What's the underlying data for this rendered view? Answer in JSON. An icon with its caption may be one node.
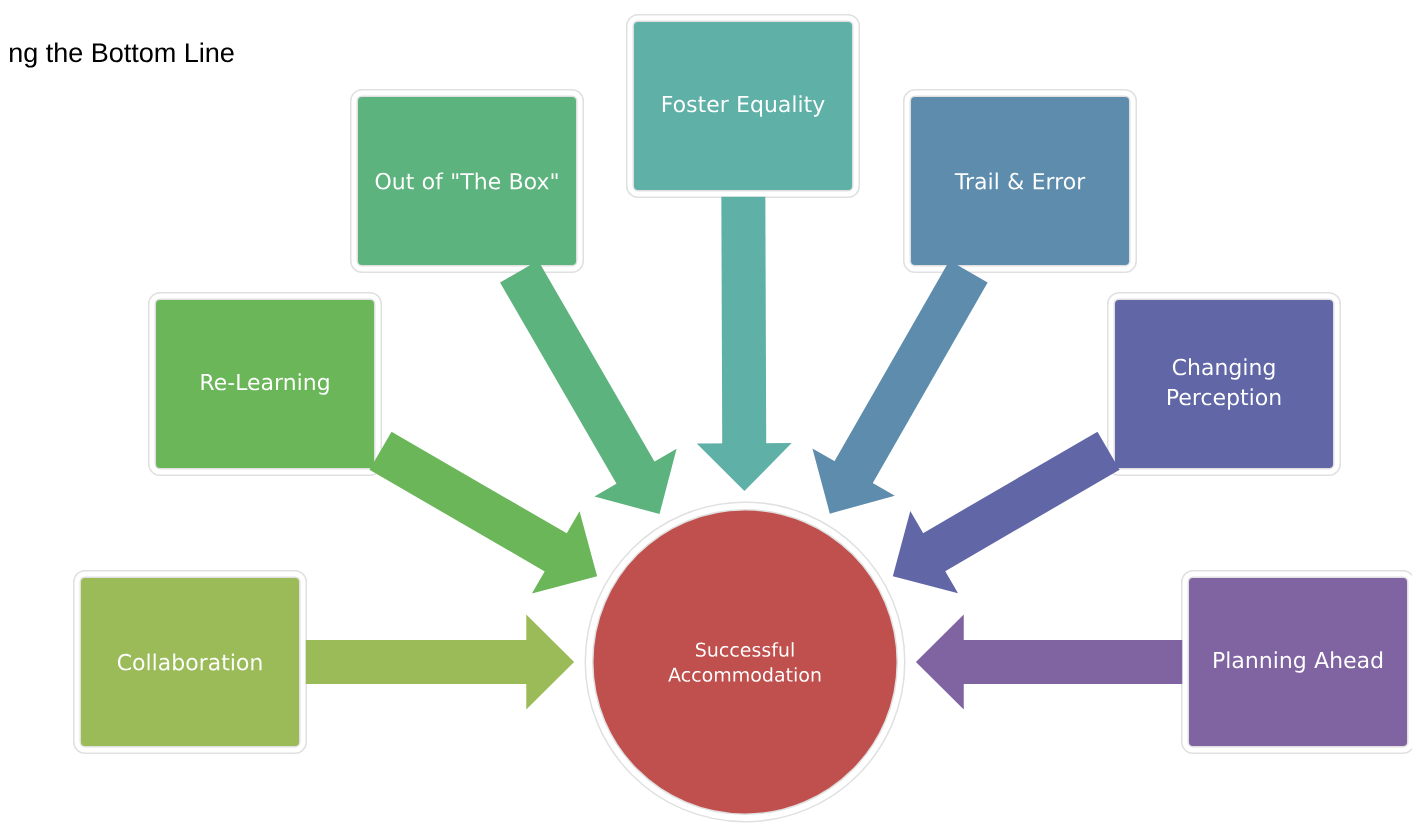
{
  "diagram": {
    "title": "ng the Bottom Line",
    "nodes": [
      {
        "text": [
          "Successful Accommodation"
        ]
      },
      {
        "text": [
          "Collaboration"
        ]
      },
      {
        "text": [
          "Re-Learning"
        ]
      },
      {
        "text": [
          "Out of \"The Box\""
        ]
      },
      {
        "text": [
          "Foster Equality"
        ]
      },
      {
        "text": [
          "Trail & Error"
        ]
      },
      {
        "text": [
          "Changing Perception"
        ]
      },
      {
        "text": [
          "Planning Ahead"
        ]
      }
    ],
    "edges": [
      {
        "from": 1,
        "to": 0,
        "arrow": "to",
        "color": "#9bbb59"
      },
      {
        "from": 2,
        "to": 0,
        "arrow": "to",
        "color": "#6ab659"
      },
      {
        "from": 3,
        "to": 0,
        "arrow": "to",
        "color": "#5db37e"
      },
      {
        "from": 4,
        "to": 0,
        "arrow": "to",
        "color": "#5fb0a6"
      },
      {
        "from": 5,
        "to": 0,
        "arrow": "to",
        "color": "#5d8cad"
      },
      {
        "from": 6,
        "to": 0,
        "arrow": "to",
        "color": "#6167a6"
      },
      {
        "from": 7,
        "to": 0,
        "arrow": "to",
        "color": "#7f64a1"
      }
    ]
  }
}
